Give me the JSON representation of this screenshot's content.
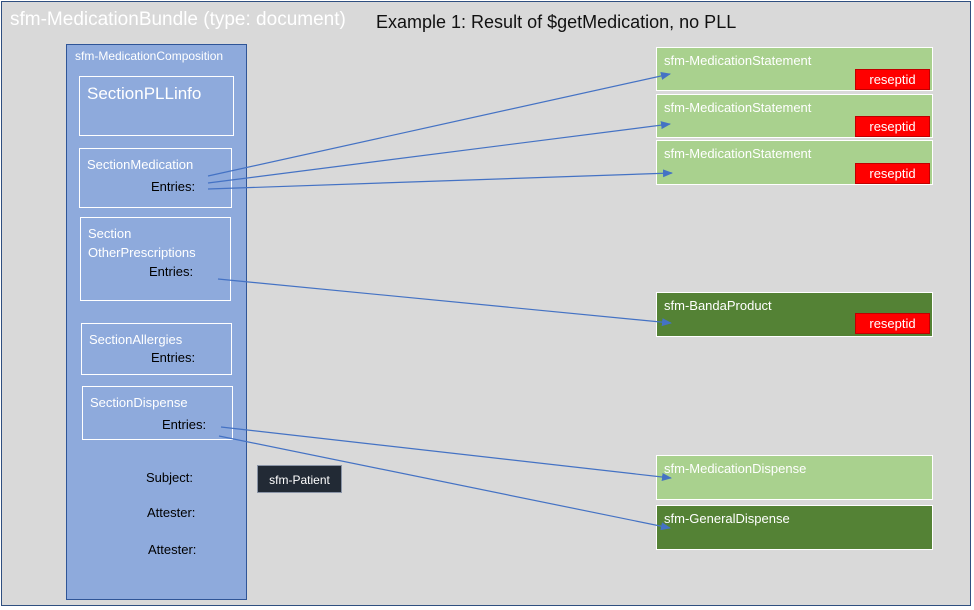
{
  "bundle": {
    "title": "sfm-MedicationBundle (type: document)"
  },
  "example_title": "Example 1: Result of $getMedication, no PLL",
  "composition": {
    "title": "sfm-MedicationComposition",
    "sections": {
      "pll": {
        "title": "SectionPLLinfo"
      },
      "medication": {
        "title": "SectionMedication",
        "entries": "Entries:"
      },
      "other": {
        "title_line1": "Section",
        "title_line2": "OtherPrescriptions",
        "entries": "Entries:"
      },
      "allergies": {
        "title": "SectionAllergies",
        "entries": "Entries:"
      },
      "dispense": {
        "title": "SectionDispense",
        "entries": "Entries:"
      }
    },
    "subject_label": "Subject:",
    "attester1_label": "Attester:",
    "attester2_label": "Attester:"
  },
  "patient": {
    "label": "sfm-Patient"
  },
  "resources": {
    "statement1": {
      "title": "sfm-MedicationStatement",
      "badge": "reseptid"
    },
    "statement2": {
      "title": "sfm-MedicationStatement",
      "badge": "reseptid"
    },
    "statement3": {
      "title": "sfm-MedicationStatement",
      "badge": "reseptid"
    },
    "banda": {
      "title": "sfm-BandaProduct",
      "badge": "reseptid"
    },
    "med_dispense": {
      "title": "sfm-MedicationDispense"
    },
    "general_dispense": {
      "title": "sfm-GeneralDispense"
    }
  },
  "colors": {
    "bundle_bg": "#d9d9d9",
    "composition_bg": "#8eaadc",
    "light_green": "#a9d18e",
    "dark_green": "#548235",
    "badge_red": "#ff0000",
    "arrow_blue": "#4472c4",
    "patient_bg": "#222a35"
  }
}
